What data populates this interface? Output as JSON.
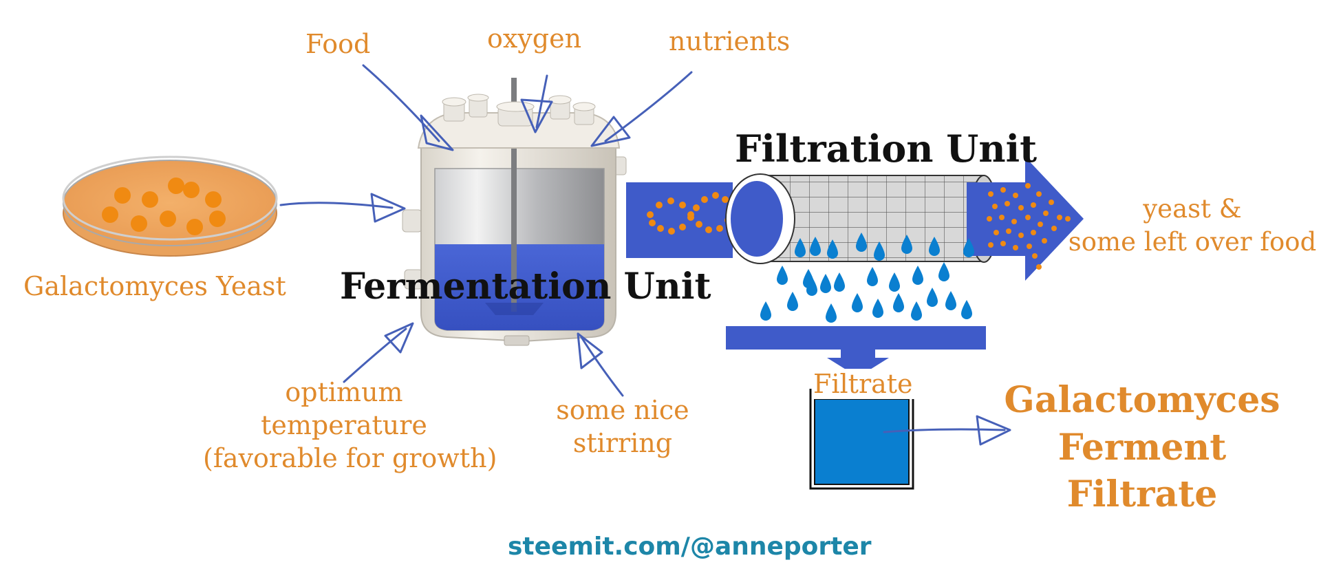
{
  "labels": {
    "food": "Food",
    "oxygen": "oxygen",
    "nutrients": "nutrients",
    "yeast_source": "Galactomyces Yeast",
    "fermentation_unit": "Fermentation Unit",
    "filtration_unit": "Filtration Unit",
    "temperature_line1": "optimum",
    "temperature_line2": "temperature",
    "temperature_line3": "(favorable for growth)",
    "stirring_line1": "some nice",
    "stirring_line2": "stirring",
    "retentate_line1": "yeast &",
    "retentate_line2": "some left over food",
    "filtrate": "Filtrate",
    "product_line1": "Galactomyces",
    "product_line2": "Ferment",
    "product_line3": "Filtrate",
    "footer": "steemit.com/@anneporter"
  },
  "colors": {
    "label_orange": "#e08a2c",
    "arrow_blue": "#4660b8",
    "liquid_blue": "#3f5bc9",
    "filtrate_blue": "#0a7fd0",
    "footer_teal": "#1d86a8"
  },
  "icons": [
    "petri-dish-icon",
    "bioreactor-icon",
    "filter-cylinder-icon",
    "droplet-icon",
    "filtrate-beaker-icon"
  ]
}
